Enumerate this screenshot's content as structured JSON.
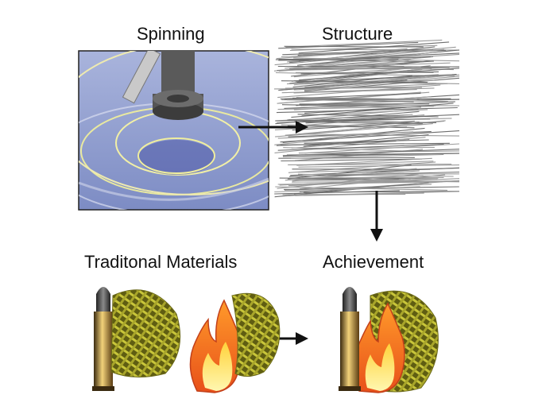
{
  "labels": {
    "spinning": "Spinning",
    "structure": "Structure",
    "traditional": "Traditonal Materials",
    "achievement": "Achievement"
  },
  "colors": {
    "bath_blue": "#8f9fd0",
    "fiber_gray": "#6e6e6e",
    "mesh_green": "#b3b22a",
    "flame_outer": "#e85a1a",
    "flame_inner": "#fff07a",
    "bullet_gold": "#c79a3a",
    "arrow": "#111111"
  },
  "icons": [
    "spinning-bath",
    "fiber-bundle",
    "bullet-icon",
    "mesh-fabric",
    "flame-icon"
  ]
}
